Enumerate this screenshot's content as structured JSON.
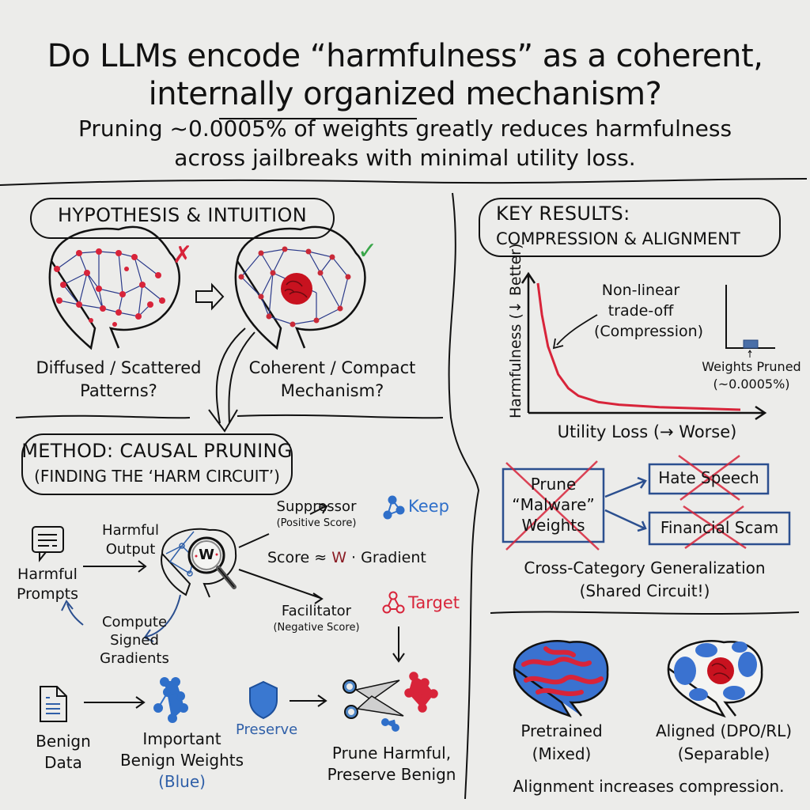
{
  "header": {
    "title_line1": "Do LLMs encode “harmfulness” as a coherent,",
    "title_line2": "internally organized mechanism?",
    "subtitle_line1": "Pruning ~0.0005% of weights greatly reduces harmfulness",
    "subtitle_line2": "across jailbreaks with minimal utility loss."
  },
  "hypothesis": {
    "heading": "HYPOTHESIS & INTUITION",
    "left": {
      "label_line1": "Diffused / Scattered",
      "label_line2": "Patterns?",
      "mark": "✗",
      "icon": "scattered-brain-icon"
    },
    "right": {
      "label_line1": "Coherent / Compact",
      "label_line2": "Mechanism?",
      "mark": "✓",
      "icon": "compact-brain-icon"
    }
  },
  "method": {
    "heading_line1": "METHOD: CAUSAL PRUNING",
    "heading_line2": "(FINDING THE ‘HARM CIRCUIT’)",
    "harmful_prompts": "Harmful\nPrompts",
    "harmful_prompts_l1": "Harmful",
    "harmful_prompts_l2": "Prompts",
    "harmful_output_l1": "Harmful",
    "harmful_output_l2": "Output",
    "magnifier_letter": "W",
    "compute_l1": "Compute",
    "compute_l2": "Signed",
    "compute_l3": "Gradients",
    "suppressor": "Suppressor",
    "suppressor_note": "(Positive Score)",
    "keep": "Keep",
    "score_prefix": "Score ≈ ",
    "score_w": "W",
    "score_suffix": " · Gradient",
    "facilitator": "Facilitator",
    "facilitator_note": "(Negative Score)",
    "target": "Target",
    "benign_data_l1": "Benign",
    "benign_data_l2": "Data",
    "important_l1": "Important",
    "important_l2": "Benign Weights",
    "important_l3": "(Blue)",
    "preserve": "Preserve",
    "prune_l1": "Prune Harmful,",
    "prune_l2": "Preserve Benign"
  },
  "results": {
    "heading_line1": "KEY RESULTS:",
    "heading_line2": "COMPRESSION & ALIGNMENT",
    "annotation_l1": "Non-linear",
    "annotation_l2": "trade-off",
    "annotation_l3": "(Compression)",
    "inset_label_l1": "Weights Pruned",
    "inset_label_l2": "(~0.0005%)",
    "prune_box_l1": "Prune",
    "prune_box_l2": "“Malware”",
    "prune_box_l3": "Weights",
    "cat1": "Hate Speech",
    "cat2": "Financial Scam",
    "generalization_l1": "Cross-Category Generalization",
    "generalization_l2": "(Shared Circuit!)",
    "pretrained_l1": "Pretrained",
    "pretrained_l2": "(Mixed)",
    "aligned_l1": "Aligned (DPO/RL)",
    "aligned_l2": "(Separable)",
    "conclusion": "Alignment increases compression."
  },
  "colors": {
    "harm_red": "#d8243a",
    "benign_blue": "#2f6fc9",
    "ink": "#111111",
    "check_green": "#3aa64a",
    "paper": "#ececea"
  },
  "chart_data": {
    "type": "line",
    "title": "Non-linear trade-off (Compression)",
    "xlabel": "Utility Loss (→ Worse)",
    "ylabel": "Harmfulness (↓ Better)",
    "x": [
      0.0,
      0.02,
      0.05,
      0.1,
      0.15,
      0.2,
      0.3,
      0.4,
      0.6,
      0.8,
      1.0
    ],
    "series": [
      {
        "name": "Harmfulness vs utility loss",
        "values": [
          1.0,
          0.75,
          0.5,
          0.28,
          0.17,
          0.11,
          0.06,
          0.04,
          0.02,
          0.01,
          0.0
        ]
      }
    ],
    "xlim": [
      0,
      1
    ],
    "ylim": [
      0,
      1
    ],
    "grid": false,
    "inset": {
      "label": "Weights Pruned (~0.0005%)",
      "value_fraction": 5e-06
    }
  }
}
